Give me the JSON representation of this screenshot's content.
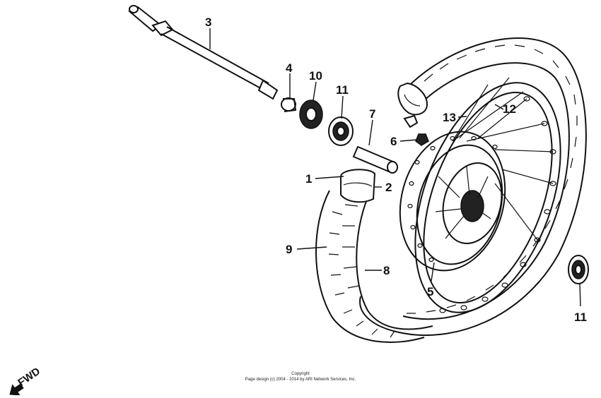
{
  "diagram": {
    "parts": [
      {
        "id": "label-1",
        "text": "1"
      },
      {
        "id": "label-2",
        "text": "2"
      },
      {
        "id": "label-3",
        "text": "3"
      },
      {
        "id": "label-4",
        "text": "4"
      },
      {
        "id": "label-5",
        "text": "5"
      },
      {
        "id": "label-6",
        "text": "6"
      },
      {
        "id": "label-7",
        "text": "7"
      },
      {
        "id": "label-8",
        "text": "8"
      },
      {
        "id": "label-9",
        "text": "9"
      },
      {
        "id": "label-10",
        "text": "10"
      },
      {
        "id": "label-11a",
        "text": "11"
      },
      {
        "id": "label-11b",
        "text": "11"
      },
      {
        "id": "label-12",
        "text": "12"
      },
      {
        "id": "label-13",
        "text": "13"
      }
    ],
    "direction_label": "FWD"
  },
  "footer": {
    "copyright_title": "Copyright",
    "copyright_text": "Page design (c) 2004 - 2014 by ARI Network Services, Inc."
  }
}
